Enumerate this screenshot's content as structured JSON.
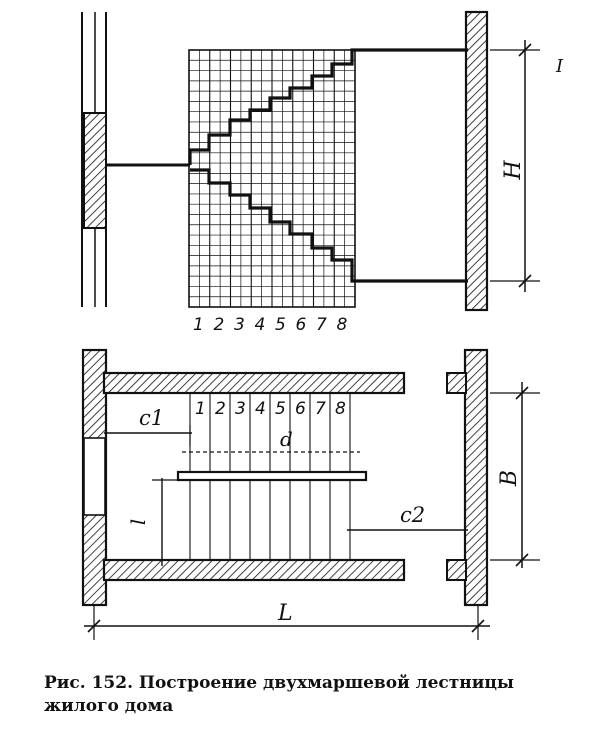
{
  "figure": {
    "caption": "Рис. 152. Построение двухмаршевой лестницы жилого дома",
    "step_numbers_top": [
      "1",
      "2",
      "3",
      "4",
      "5",
      "6",
      "7",
      "8"
    ],
    "step_numbers_bottom": [
      "1",
      "2",
      "3",
      "4",
      "5",
      "6",
      "7",
      "8"
    ],
    "labels": {
      "height": "H",
      "floor_mark": "I",
      "offset_1": "c1",
      "offset_2": "c2",
      "depth": "d",
      "width": "B",
      "length": "L",
      "landing": "l"
    }
  }
}
